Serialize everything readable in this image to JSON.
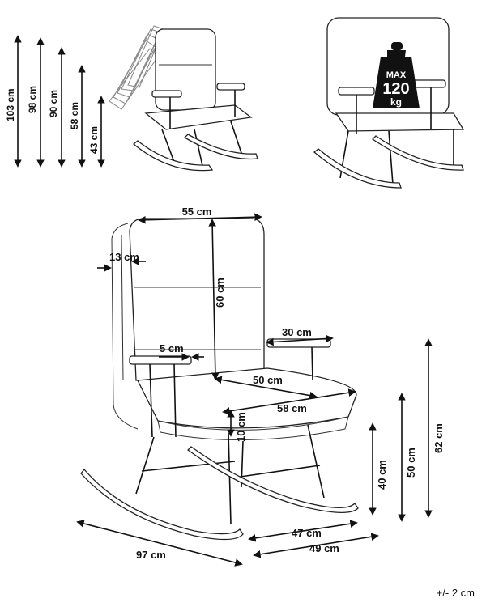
{
  "side_heights": [
    "103 cm",
    "98 cm",
    "90 cm",
    "58 cm",
    "43 cm"
  ],
  "weight": {
    "max_label": "MAX",
    "value": "120",
    "unit": "kg"
  },
  "dimensions": {
    "backrest_width": "55 cm",
    "armrest_thickness_side": "13 cm",
    "backrest_height": "60 cm",
    "armrest_width": "5 cm",
    "armrest_length": "30 cm",
    "seat_depth": "50 cm",
    "seat_width": "58 cm",
    "seat_thickness": "10 cm",
    "seat_height": "40 cm",
    "armrest_height": "50 cm",
    "total_side_height": "62 cm",
    "depth": "97 cm",
    "base_depth": "47 cm",
    "base_width": "49 cm"
  },
  "tolerance": "+/- 2 cm"
}
